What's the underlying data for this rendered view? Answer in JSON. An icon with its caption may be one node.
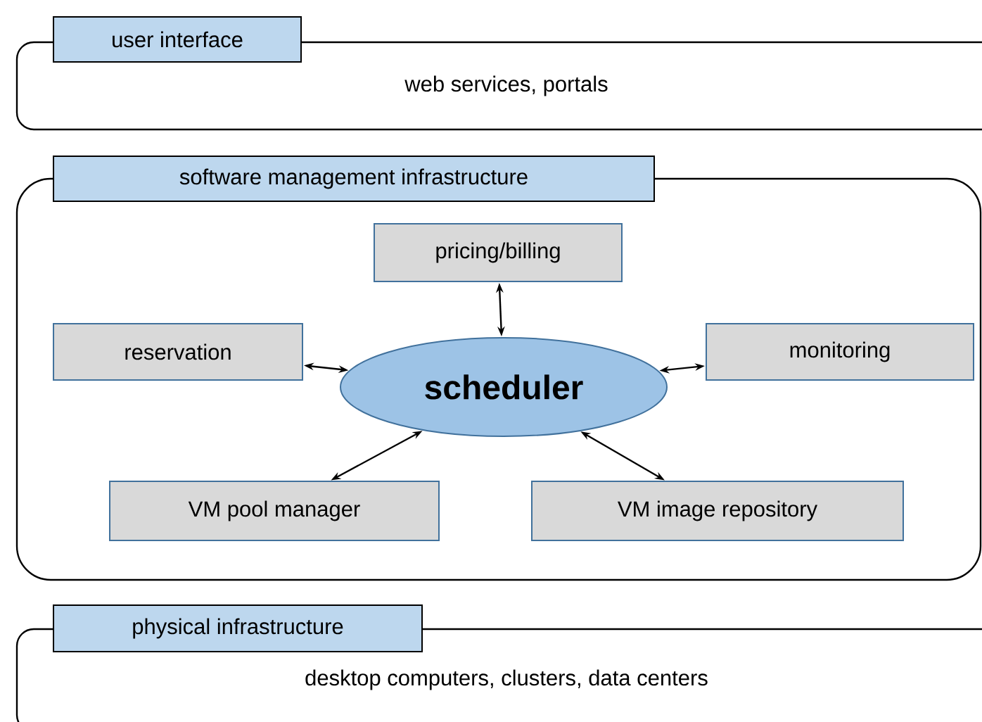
{
  "diagram": {
    "nodes": [
      {
        "text": [
          "user interface",
          "web services, portals"
        ]
      },
      {
        "text": [
          "software management infrastructure"
        ]
      },
      {
        "text": [
          "pricing/billing"
        ],
        "in": 1
      },
      {
        "text": [
          "reservation"
        ],
        "in": 1
      },
      {
        "text": [
          "scheduler"
        ],
        "in": 1
      },
      {
        "text": [
          "monitoring"
        ],
        "in": 1
      },
      {
        "text": [
          "VM pool manager"
        ],
        "in": 1
      },
      {
        "text": [
          "VM image repository"
        ],
        "in": 1
      },
      {
        "text": [
          "physical infrastructure",
          "desktop computers, clusters, data centers"
        ]
      }
    ],
    "edges": [
      {
        "from": 4,
        "to": 2,
        "arrow": "both"
      },
      {
        "from": 4,
        "to": 3,
        "arrow": "both"
      },
      {
        "from": 4,
        "to": 5,
        "arrow": "both"
      },
      {
        "from": 4,
        "to": 6,
        "arrow": "both"
      },
      {
        "from": 4,
        "to": 7,
        "arrow": "both"
      }
    ]
  }
}
